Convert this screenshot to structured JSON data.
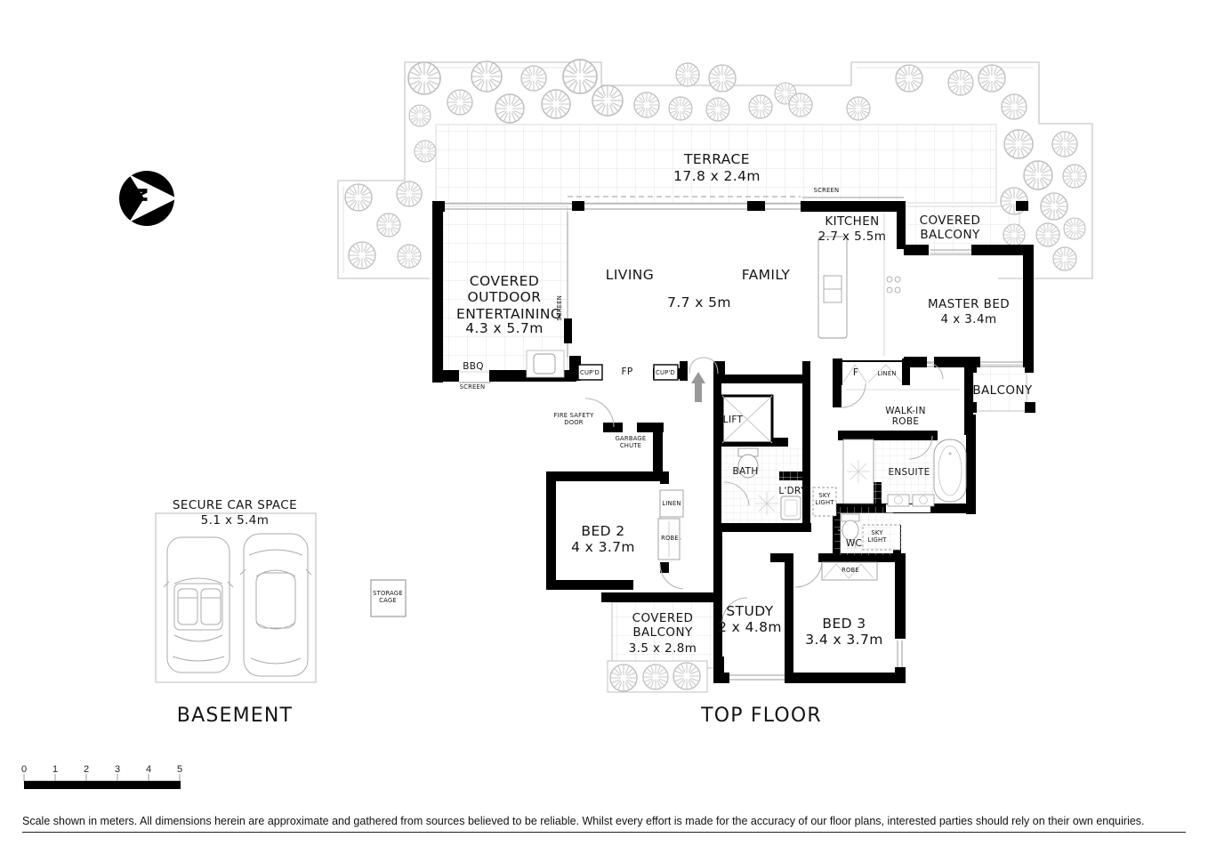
{
  "titles": {
    "top_floor": "TOP FLOOR",
    "basement": "BASEMENT"
  },
  "compass": {
    "north": "N"
  },
  "rooms": {
    "terrace": {
      "name": "TERRACE",
      "dims": "17.8 x 2.4m"
    },
    "covered_outdoor": {
      "name": "COVERED OUTDOOR ENTERTAINING",
      "dims": "4.3 x 5.7m"
    },
    "living": {
      "name": "LIVING"
    },
    "family": {
      "name": "FAMILY"
    },
    "living_family": {
      "dims": "7.7 x 5m"
    },
    "kitchen": {
      "name": "KITCHEN",
      "dims": "2.7 x 5.5m"
    },
    "covered_balcony_top": {
      "name": "COVERED BALCONY"
    },
    "master_bed": {
      "name": "MASTER BED",
      "dims": "4 x 3.4m"
    },
    "balcony": {
      "name": "BALCONY"
    },
    "walk_in_robe": {
      "name": "WALK-IN ROBE"
    },
    "ensuite": {
      "name": "ENSUITE"
    },
    "lift": {
      "name": "LIFT"
    },
    "bath": {
      "name": "BATH"
    },
    "laundry": {
      "name": "L'DRY"
    },
    "wc": {
      "name": "WC"
    },
    "bed2": {
      "name": "BED 2",
      "dims": "4 x 3.7m"
    },
    "bed3": {
      "name": "BED 3",
      "dims": "3.4 x 3.7m"
    },
    "study": {
      "name": "STUDY",
      "dims": "2 x 4.8m"
    },
    "covered_balcony_bottom": {
      "name": "COVERED BALCONY",
      "dims": "3.5 x 2.8m"
    }
  },
  "annotations": {
    "screen_top": "SCREEN",
    "screen_left": "SCREEN",
    "screen_bottom": "SCREEN",
    "bbq": "BBQ",
    "cupd_left": "CUP'D",
    "fp": "FP",
    "cupd_right": "CUP'D",
    "fire_safety_door": "FIRE SAFETY DOOR",
    "garbage_chute": "GARBAGE CHUTE",
    "fridge": "F",
    "linen_kitchen": "LINEN",
    "linen_bed2": "LINEN",
    "robe_bed2": "ROBE",
    "robe_bed3": "ROBE",
    "skylight_laundry": "SKY LIGHT",
    "skylight_wc": "SKY LIGHT"
  },
  "basement": {
    "secure_car_space": {
      "name": "SECURE CAR SPACE",
      "dims": "5.1 x 5.4m"
    },
    "storage_cage": "STORAGE CAGE"
  },
  "scale_bar": {
    "ticks": [
      "0",
      "1",
      "2",
      "3",
      "4",
      "5"
    ]
  },
  "disclaimer": "Scale shown in meters. All dimensions herein are approximate and gathered from sources believed to be  reliable. Whilst every effort is made for the accuracy of our floor plans, interested parties should rely on their own enquiries.",
  "colors": {
    "wall": "#000000",
    "light_line": "#c9c9c9",
    "grid": "#dedede",
    "arrow_gray": "#999999"
  }
}
